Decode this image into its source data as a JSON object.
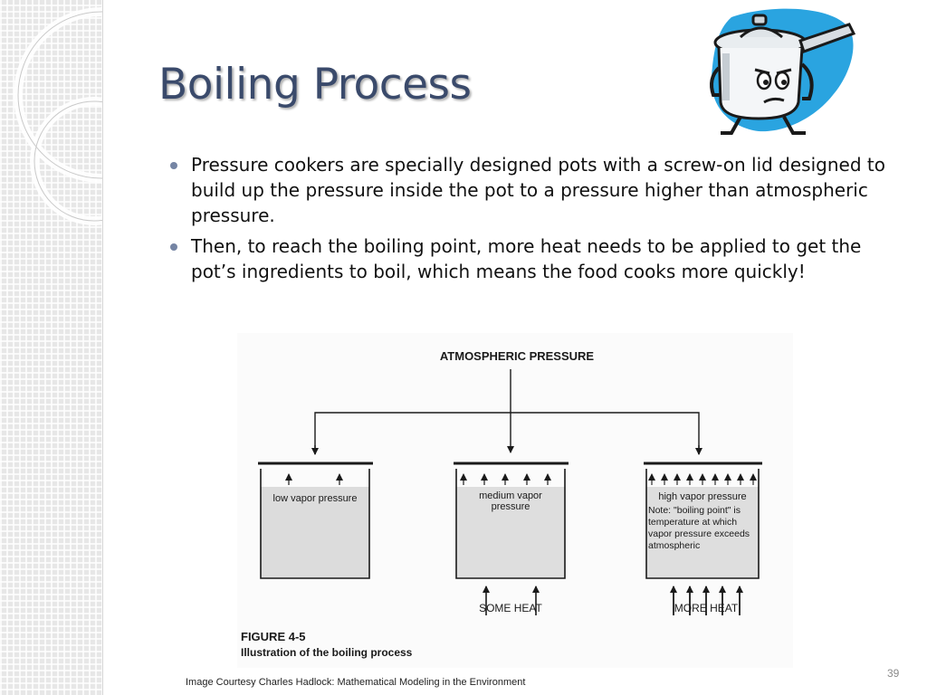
{
  "slide": {
    "title": "Boiling Process",
    "bullets": [
      "Pressure cookers are specially designed pots with a screw-on lid designed to build up the pressure inside the pot to a pressure higher than atmospheric pressure.",
      "Then, to reach the boiling point, more heat needs to be applied to get the pot’s ingredients to boil, which means the food cooks more quickly!"
    ],
    "caption": "Image Courtesy Charles Hadlock:  Mathematical Modeling in the Environment",
    "slide_number": "39",
    "accent_color": "#3a4a6b"
  },
  "figure": {
    "top_label": "ATMOSPHERIC PRESSURE",
    "pots": [
      {
        "label": "low vapor pressure",
        "heat_label": ""
      },
      {
        "label": "medium vapor pressure",
        "heat_label": "SOME HEAT"
      },
      {
        "label": "high vapor pressure",
        "heat_label": "MORE HEAT",
        "note": "Note: \"boiling point\" is temperature at which vapor pressure exceeds atmospheric"
      }
    ],
    "figure_number": "FIGURE  4-5",
    "figure_caption": "Illustration of the boiling process"
  },
  "icons": {
    "mascot": "pressure-cooker-mascot-icon",
    "bullet": "bullet-dot-icon",
    "background": "decorative-circles-pattern"
  }
}
